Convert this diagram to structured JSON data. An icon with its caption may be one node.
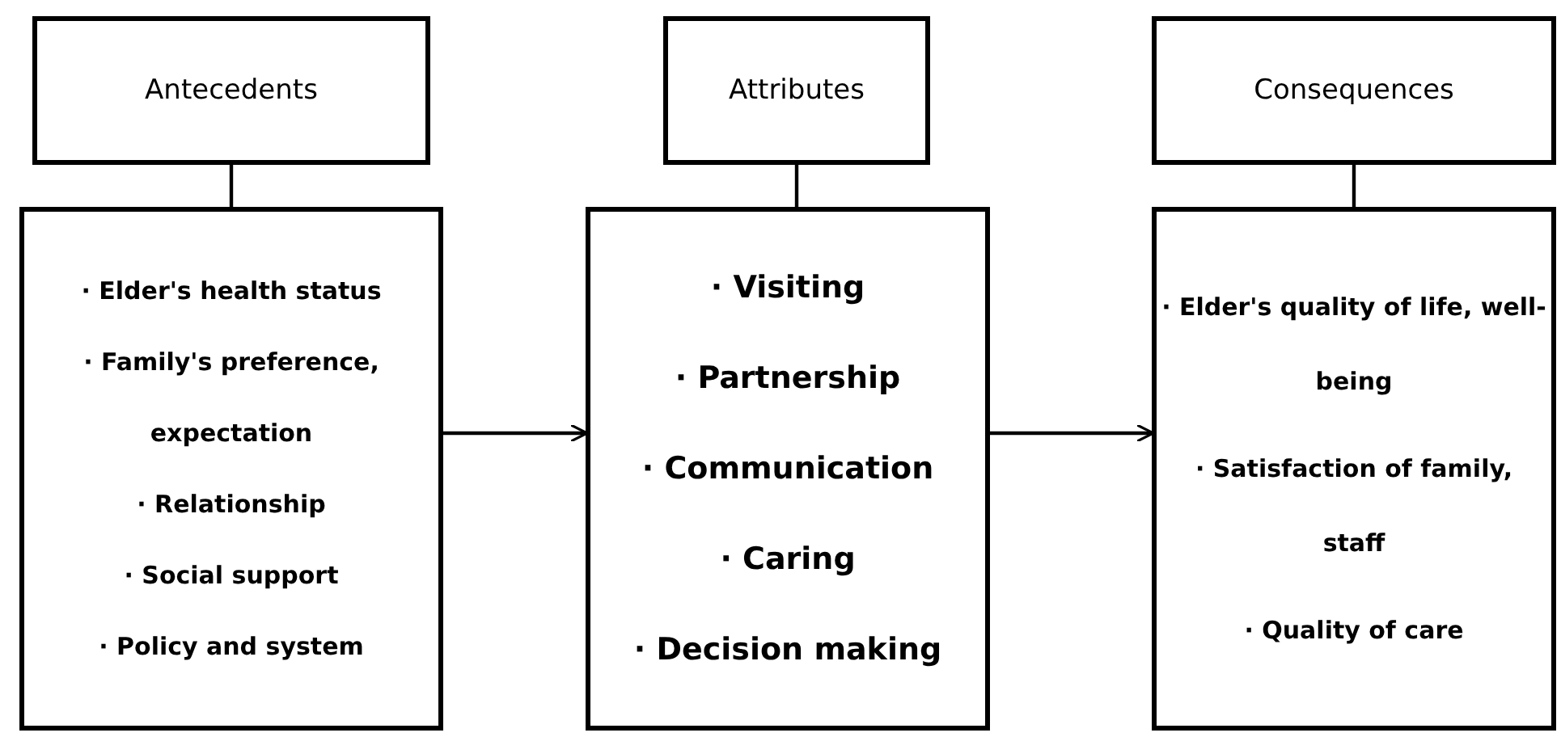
{
  "diagram": {
    "nodes": [
      {
        "text": [
          "Antecedents"
        ]
      },
      {
        "text": [
          "Attributes"
        ]
      },
      {
        "text": [
          "Consequences"
        ]
      },
      {
        "text": [
          "· Elder's health status",
          "· Family's preference, expectation",
          "· Relationship",
          "· Social support",
          "· Policy and system"
        ]
      },
      {
        "text": [
          "· Visiting",
          "· Partnership",
          "· Communication",
          "· Caring",
          "· Decision making"
        ]
      },
      {
        "text": [
          "· Elder's quality of life, well-being",
          "· Satisfaction of family, staff",
          "· Quality of care"
        ]
      }
    ],
    "edges": [
      {
        "from": 0,
        "to": 3,
        "arrow": "none"
      },
      {
        "from": 1,
        "to": 4,
        "arrow": "none"
      },
      {
        "from": 2,
        "to": 5,
        "arrow": "none"
      },
      {
        "from": 3,
        "to": 4,
        "arrow": "to"
      },
      {
        "from": 4,
        "to": 5,
        "arrow": "to"
      }
    ]
  }
}
